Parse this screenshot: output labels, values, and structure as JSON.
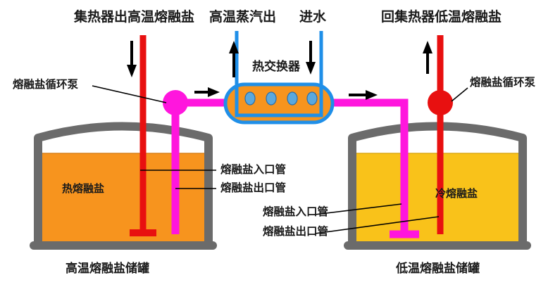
{
  "diagram": {
    "title_labels": {
      "hot_salt_from_collector": "集热器出高温熔融盐",
      "high_temp_steam_out": "高温蒸汽出",
      "water_in": "进水",
      "cold_salt_back_to_collector": "回集热器低温熔融盐"
    },
    "component_labels": {
      "heat_exchanger": "热交换器",
      "pump_left": "熔融盐循环泵",
      "pump_right": "熔融盐循环泵",
      "hot_salt_text": "热熔融盐",
      "cold_salt_text": "冷熔融盐",
      "hot_tank_caption": "高温熔融盐储罐",
      "cold_tank_caption": "低温熔融盐储罐"
    },
    "pipe_labels": {
      "hot_tank_inlet": "熔融盐入口管",
      "hot_tank_outlet": "熔融盐出口管",
      "cold_tank_inlet": "熔融盐入口管",
      "cold_tank_outlet": "熔融盐出口管"
    },
    "colors": {
      "hot_salt_pipe": "#e81010",
      "cold_salt_pipe": "#ff16dd",
      "water_steam_pipe": "#1f8fe8",
      "hot_tank_fill": "#f7941e",
      "cold_tank_fill": "#f9c21a",
      "tank_shell": "#6b6b6b",
      "exchanger_shell": "#f7941e",
      "arrow": "#000000",
      "text": "#1a1a1a",
      "background": "#ffffff"
    },
    "icons": {
      "flow_down_left": "arrow-down-icon",
      "flow_up_steam": "arrow-up-icon",
      "flow_down_water": "arrow-down-icon",
      "flow_right_in": "arrow-right-icon",
      "flow_right_out": "arrow-right-icon",
      "flow_up_right": "arrow-up-icon",
      "pump_left": "pump-circle-icon",
      "pump_right": "pump-circle-icon"
    },
    "exchanger_tube_count": 4
  }
}
